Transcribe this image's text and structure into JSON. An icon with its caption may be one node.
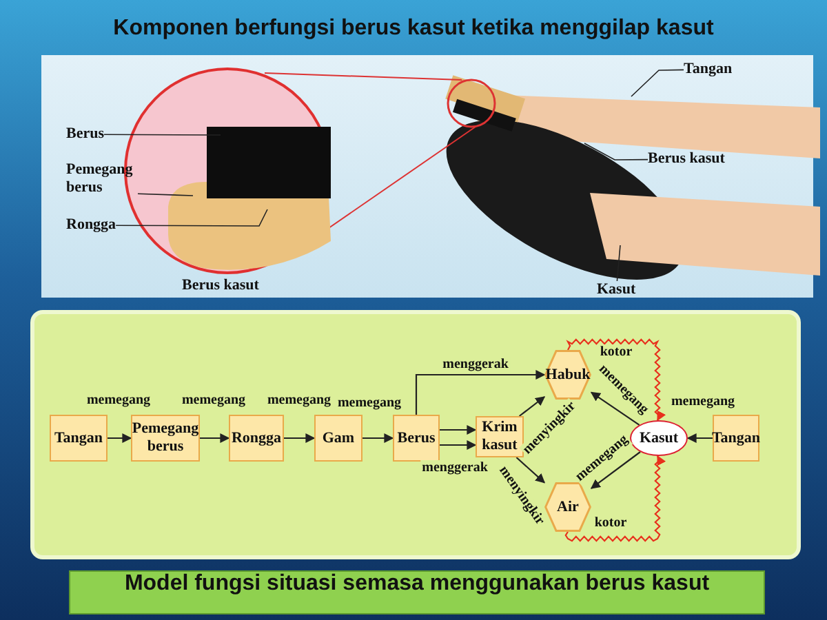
{
  "diagram": {
    "title": "Komponen berfungsi berus kasut ketika menggilap kasut",
    "caption": "Model fungsi situasi semasa menggunakan berus kasut",
    "nodes": [
      {
        "text": [
          "Berus"
        ]
      },
      {
        "text": [
          "Pemegang berus"
        ]
      },
      {
        "text": [
          "Rongga"
        ]
      },
      {
        "text": [
          "Tangan"
        ]
      },
      {
        "text": [
          "Berus kasut"
        ]
      },
      {
        "text": [
          "Kasut"
        ]
      },
      {
        "text": [
          "Tangan"
        ]
      },
      {
        "text": [
          "Pemegang berus"
        ]
      },
      {
        "text": [
          "Rongga"
        ]
      },
      {
        "text": [
          "Gam"
        ]
      },
      {
        "text": [
          "Berus"
        ]
      },
      {
        "text": [
          "Krim kasut"
        ]
      },
      {
        "text": [
          "Habuk"
        ]
      },
      {
        "text": [
          "Air"
        ]
      },
      {
        "text": [
          "Kasut"
        ]
      },
      {
        "text": [
          "Tangan"
        ]
      }
    ],
    "edges": [
      {
        "from": 0,
        "to": null,
        "arrow": "none"
      },
      {
        "from": 1,
        "to": null,
        "arrow": "none"
      },
      {
        "from": 2,
        "to": null,
        "arrow": "none"
      },
      {
        "from": 3,
        "to": null,
        "arrow": "none"
      },
      {
        "from": 4,
        "to": null,
        "arrow": "none"
      },
      {
        "from": 5,
        "to": null,
        "arrow": "none"
      },
      {
        "from": 6,
        "to": 7,
        "arrow": "to",
        "label": "memegang"
      },
      {
        "from": 7,
        "to": 8,
        "arrow": "to",
        "label": "memegang"
      },
      {
        "from": 8,
        "to": 9,
        "arrow": "to",
        "label": "memegang"
      },
      {
        "from": 9,
        "to": 10,
        "arrow": "to",
        "label": "memegang"
      },
      {
        "from": 10,
        "to": 12,
        "arrow": "to",
        "label": "menggerak"
      },
      {
        "from": 10,
        "to": 11,
        "arrow": "to"
      },
      {
        "from": 10,
        "to": 11,
        "arrow": "to",
        "label": "menggerak"
      },
      {
        "from": 11,
        "to": 12,
        "arrow": "to",
        "label": "menyingkir"
      },
      {
        "from": 11,
        "to": 13,
        "arrow": "to",
        "label": "menyingkir"
      },
      {
        "from": 14,
        "to": 12,
        "arrow": "to",
        "label": "memegang"
      },
      {
        "from": 14,
        "to": 13,
        "arrow": "to",
        "label": "memegang"
      },
      {
        "from": 15,
        "to": 14,
        "arrow": "to",
        "label": "memegang"
      },
      {
        "from": 12,
        "to": 14,
        "arrow": "to",
        "label": "kotor",
        "color": "#e8301c"
      },
      {
        "from": 13,
        "to": 14,
        "arrow": "to",
        "label": "kotor",
        "color": "#e8301c"
      }
    ],
    "labels": [
      "Berus kasut"
    ]
  }
}
